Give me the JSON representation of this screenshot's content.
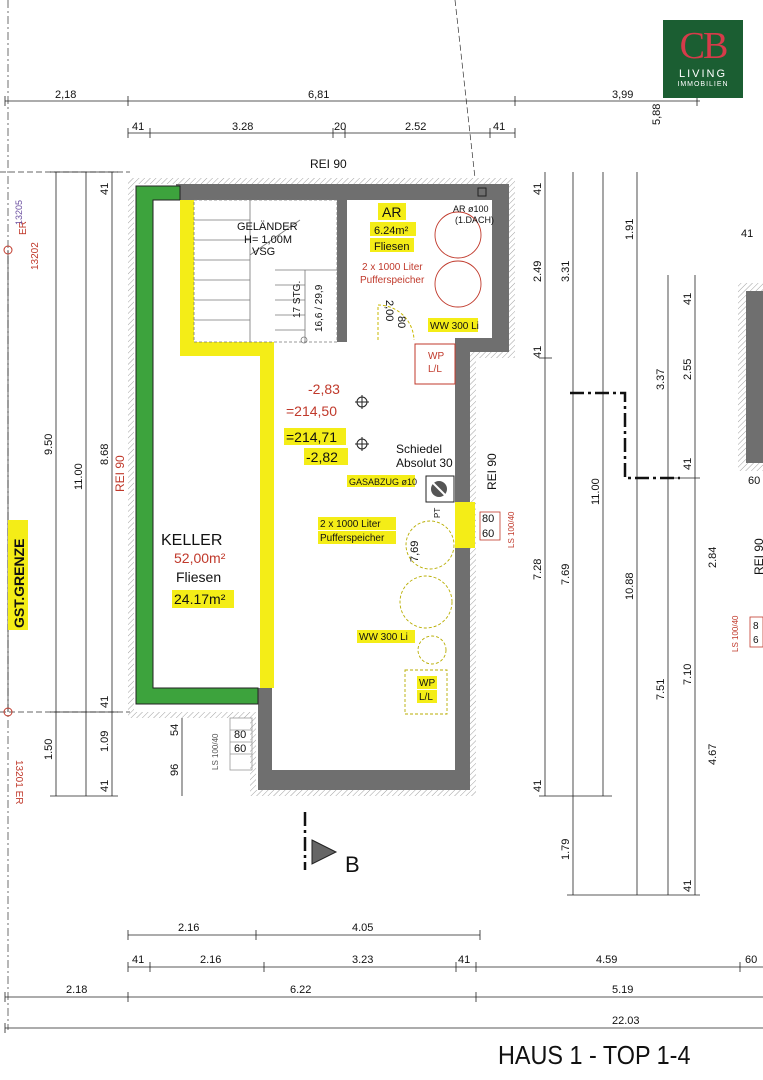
{
  "logo": {
    "initials": "CB",
    "line1": "LIVING",
    "line2": "IMMOBILIEN"
  },
  "title": "HAUS 1 - TOP 1-4",
  "dims_top": {
    "d1": "2,18",
    "d2": "6,81",
    "d3": "3,99",
    "d4": "5,88",
    "s1": "41",
    "s2": "3.28",
    "s3": "20",
    "s4": "2.52",
    "s5": "41"
  },
  "rooms": {
    "keller": {
      "name": "KELLER",
      "area": "52,00m²",
      "floor": "Fliesen",
      "extra": "24.17m²"
    },
    "ar": {
      "name": "AR",
      "area": "6.24m²",
      "floor": "Fliesen",
      "note": "2 x 1000 Liter",
      "note2": "Pufferspeicher"
    }
  },
  "labels": {
    "rei_top": "REI 90",
    "rei_left": "REI 90",
    "rei_right": "REI 90",
    "rei_far": "REI 90",
    "gelaender1": "GELÄNDER",
    "gelaender2": "H= 1,00M",
    "vsg": "VSG",
    "stg": "17 STG.",
    "stg2": "16,6 / 29,9",
    "ar_top": "AR ø100",
    "ar_top2": "(1.DACH)",
    "ww1": "WW 300 Li",
    "wp1a": "WP",
    "wp1b": "L/L",
    "door80": "80",
    "door200": "2,00",
    "h1": "-2,83",
    "h2": "=214,50",
    "h3": "=214,71",
    "h4": "-2,82",
    "schiedel1": "Schiedel",
    "schiedel2": "Absolut 30",
    "gas": "GASABZUG ø10",
    "pt": "PT",
    "puffer2a": "2 x 1000 Liter",
    "puffer2b": "Pufferspeicher",
    "ww2": "WW 300 Li",
    "wp2a": "WP",
    "wp2b": "L/L",
    "d769a": "7,69",
    "ls1": "LS 100/40",
    "ls1a": "80",
    "ls1b": "60",
    "ls2": "LS 100/40",
    "ls2a": "80",
    "ls2b": "60",
    "ls3": "LS 100/40",
    "ls3a": "8",
    "ls3b": "6",
    "gst": "GST.GRENZE",
    "er1": "13202",
    "er1b": "ER",
    "er2": "13201 ER",
    "er3": "13205",
    "b": "B"
  },
  "dims_left": {
    "v1": "41",
    "v2": "9.50",
    "v3": "11.00",
    "v4": "8.68",
    "v5": "41",
    "v6": "1.09",
    "v7": "1.50",
    "v8": "41",
    "v9": "54",
    "v10": "96"
  },
  "dims_right": {
    "r1": "41",
    "r2": "2.49",
    "r3": "3.31",
    "r4": "1.91",
    "r5": "41",
    "r6": "2.55",
    "r7": "3.37",
    "r8": "41",
    "r9": "7.28",
    "r10": "7.69",
    "r11": "11.00",
    "r12": "10.88",
    "r13": "41",
    "r14": "1.79",
    "r15": "7.51",
    "r16": "7.10",
    "r17": "2.84",
    "r18": "4.67",
    "r19": "41",
    "r20": "41",
    "r21": "60",
    "r22": "60"
  },
  "dims_bottom": {
    "b1": "2.16",
    "b2": "4.05",
    "b3": "41",
    "b4": "2.16",
    "b5": "3.23",
    "b6": "41",
    "b7": "4.59",
    "b8": "60",
    "b9": "2.18",
    "b10": "6.22",
    "b11": "5.19",
    "b12": "22.03"
  }
}
